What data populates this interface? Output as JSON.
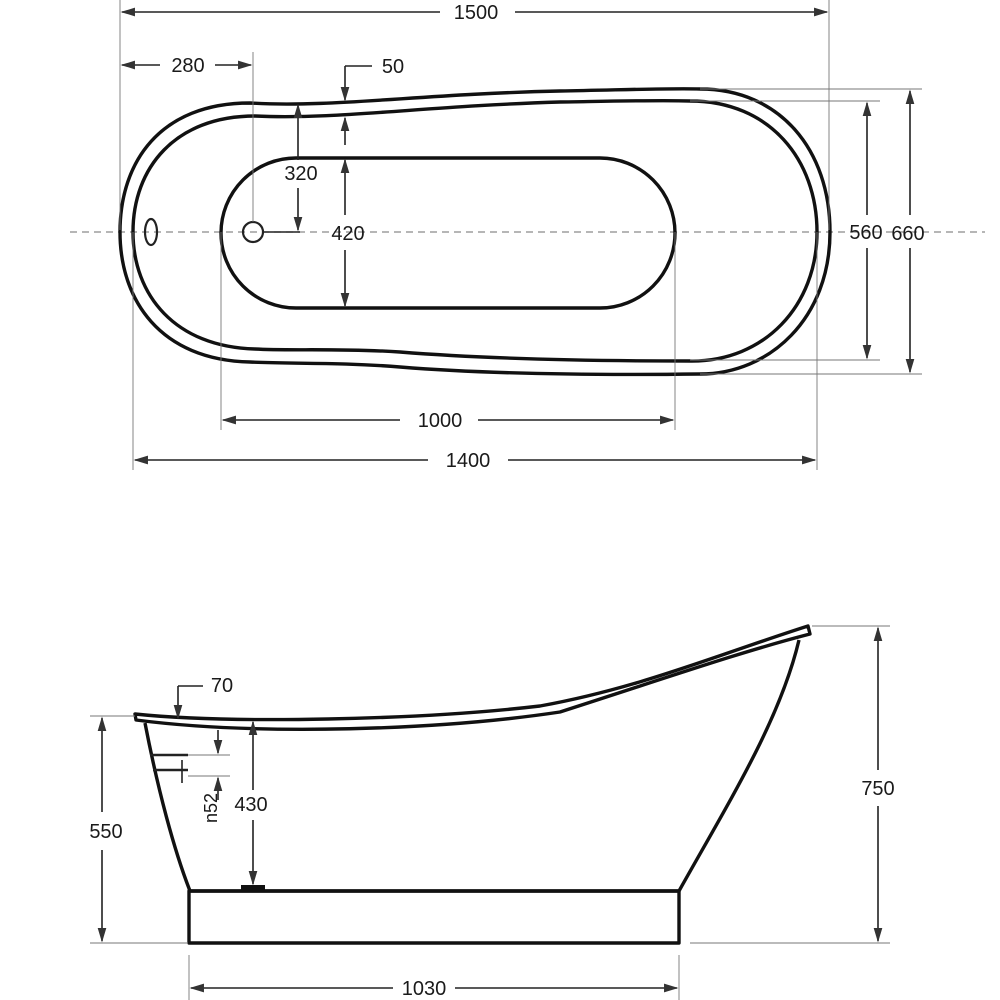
{
  "top_view": {
    "dimensions": {
      "overall_length": "1500",
      "drain_offset": "280",
      "rim_width": "50",
      "inner_width_narrow": "320",
      "inner_width_wide": "420",
      "inner_width": "560",
      "overall_width": "660",
      "basin_length": "1000",
      "interior_length": "1400"
    }
  },
  "side_view": {
    "dimensions": {
      "rim_thickness": "70",
      "overflow_height": "550",
      "drain_diameter": "n52",
      "depth": "430",
      "overall_height": "750",
      "base_length": "1030"
    }
  }
}
